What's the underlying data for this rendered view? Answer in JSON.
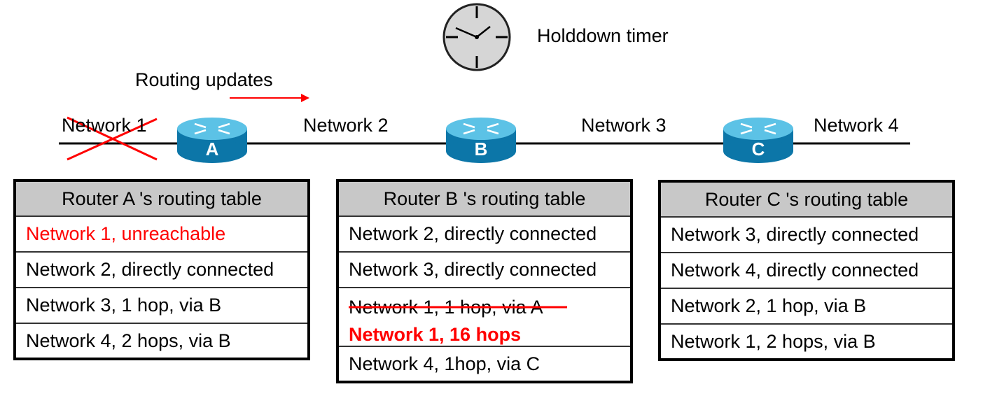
{
  "timer": {
    "label": "Holddown timer",
    "icon": "clock-icon"
  },
  "update": {
    "label": "Routing updates",
    "arrow_color": "#ff0000"
  },
  "networks": [
    "Network 1",
    "Network 2",
    "Network 3",
    "Network 4"
  ],
  "routers": [
    {
      "letter": "A"
    },
    {
      "letter": "B"
    },
    {
      "letter": "C"
    }
  ],
  "colors": {
    "router_top": "#5cc2e6",
    "router_body": "#0c76a8",
    "failure": "#ff0000",
    "header_bg": "#c8c8c8"
  },
  "tables": [
    {
      "title": "Router A 's routing table",
      "rows": [
        "Network 1, unreachable",
        "Network 2, directly connected",
        "Network 3, 1 hop, via B",
        "Network 4, 2 hops, via B"
      ]
    },
    {
      "title": "Router B 's routing table",
      "rows": [
        "Network 2, directly connected",
        "Network 3, directly connected",
        "Network 1, 1 hop, via A",
        "Network 4, 1hop, via C"
      ],
      "updated_entry": "Network 1, 16 hops"
    },
    {
      "title": "Router C 's routing table",
      "rows": [
        "Network 3, directly connected",
        "Network 4, directly connected",
        "Network 2, 1 hop, via B",
        "Network 1, 2 hops, via B"
      ]
    }
  ]
}
